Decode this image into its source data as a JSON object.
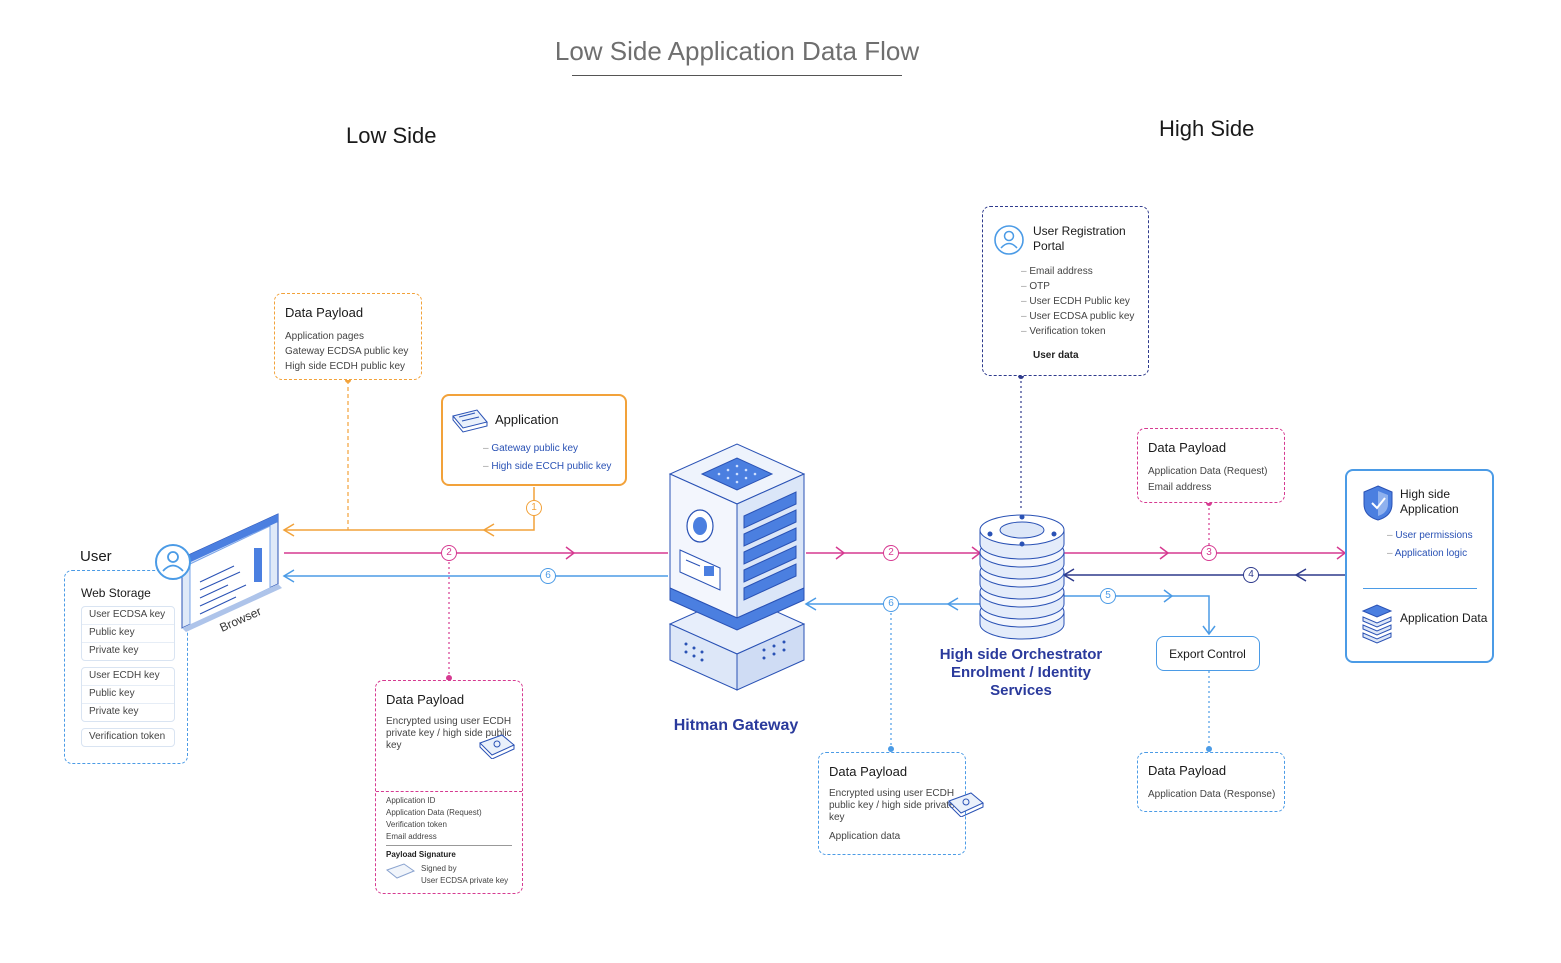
{
  "title": "Low Side Application Data Flow",
  "low_side": "Low Side",
  "high_side": "High Side",
  "user": {
    "label": "User",
    "browser_label": "Browser",
    "web_storage": {
      "title": "Web Storage",
      "group1": [
        "User ECDSA key",
        "Public key",
        "Private key"
      ],
      "group2": [
        "User ECDH key",
        "Public key",
        "Private key"
      ],
      "token": "Verification token"
    }
  },
  "payload_top": {
    "title": "Data Payload",
    "items": [
      "Application pages",
      "Gateway ECDSA public key",
      "High side ECDH public key"
    ]
  },
  "application": {
    "title": "Application",
    "items": [
      "Gateway public key",
      "High side ECCH public key"
    ]
  },
  "payload_left_bottom": {
    "title": "Data Payload",
    "encrypted": "Encrypted using user ECDH private key / high side public key",
    "items": [
      "Application ID",
      "Application Data (Request)",
      "Verification token",
      "Email address"
    ],
    "signature_title": "Payload Signature",
    "signed_by": "Signed by",
    "signed_key": "User ECDSA private key"
  },
  "gateway": {
    "label": "Hitman Gateway"
  },
  "registration": {
    "title": "User Registration Portal",
    "items": [
      "Email address",
      "OTP",
      "User ECDH Public key",
      "User ECDSA public key",
      "Verification token"
    ],
    "footer": "User data"
  },
  "payload_right_top": {
    "title": "Data Payload",
    "items": [
      "Application Data (Request)",
      "Email address"
    ]
  },
  "orchestrator": {
    "line1": "High side Orchestrator",
    "line2": "Enrolment / Identity",
    "line3": "Services"
  },
  "high_app": {
    "title": "High side Application",
    "items": [
      "User permissions",
      "Application logic"
    ],
    "data_title": "Application Data"
  },
  "export_control": {
    "label": "Export Control"
  },
  "payload_mid_bottom": {
    "title": "Data Payload",
    "encrypted": "Encrypted using user ECDH public key / high side private key",
    "item": "Application data"
  },
  "payload_right_bottom": {
    "title": "Data Payload",
    "item": "Application Data (Response)"
  },
  "steps": [
    "1",
    "2",
    "6",
    "2",
    "6",
    "3",
    "4",
    "5"
  ],
  "colors": {
    "orange": "#f2a23a",
    "magenta": "#d63a91",
    "blue": "#4b9be6",
    "navy": "#2e3a8c"
  }
}
